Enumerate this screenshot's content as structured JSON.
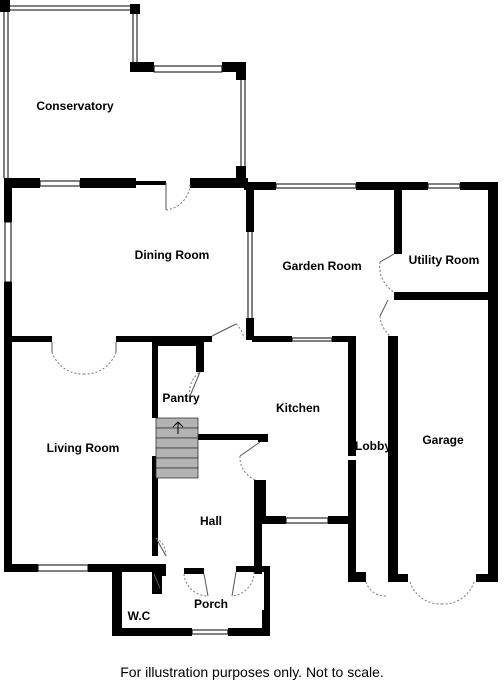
{
  "rooms": {
    "conservatory": "Conservatory",
    "dining_room": "Dining Room",
    "garden_room": "Garden Room",
    "utility_room": "Utility Room",
    "pantry": "Pantry",
    "kitchen": "Kitchen",
    "living_room": "Living Room",
    "lobby": "Lobby",
    "garage": "Garage",
    "hall": "Hall",
    "wc": "W.C",
    "porch": "Porch"
  },
  "disclaimer": "For illustration purposes only. Not to scale.",
  "colors": {
    "wall": "#000000",
    "stairs": "#b3b3b3",
    "background": "#ffffff"
  },
  "icons": {
    "stairs": "stairs-up-arrow-icon"
  }
}
